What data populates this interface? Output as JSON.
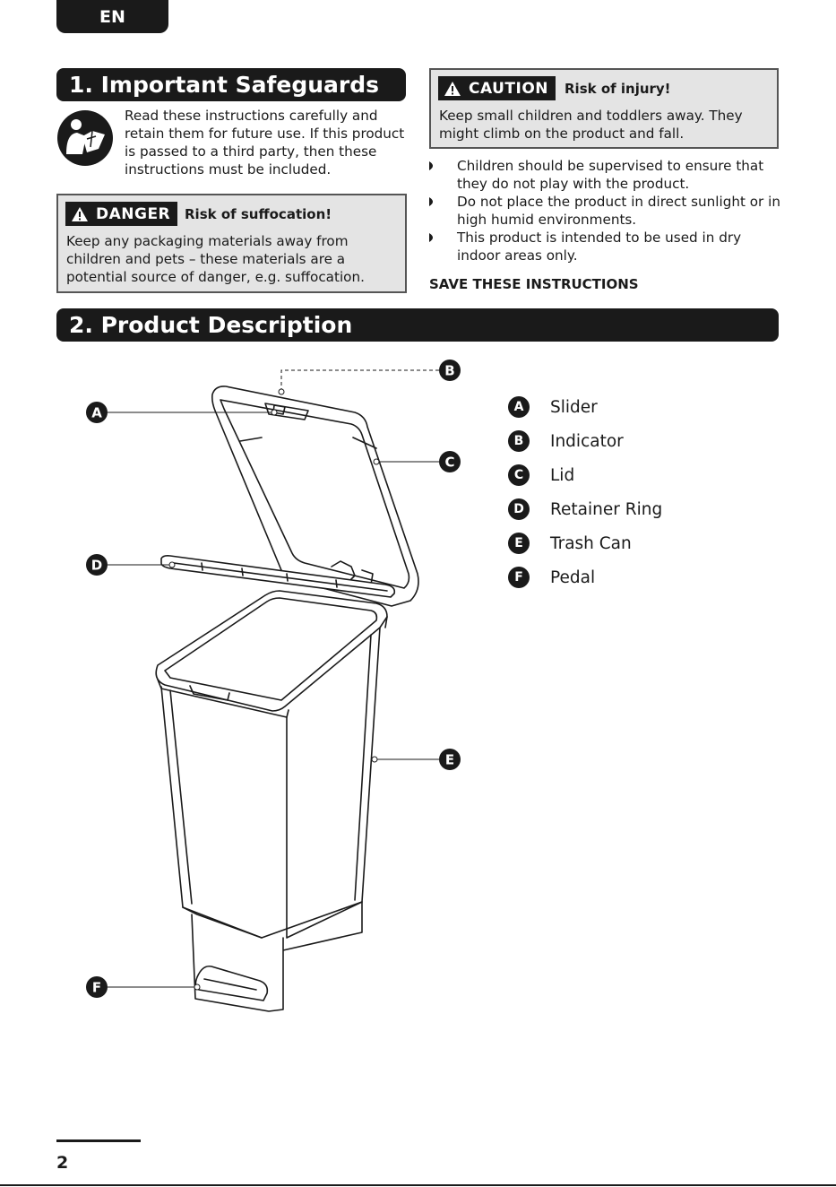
{
  "header": {
    "lang_tab": "EN"
  },
  "section1": {
    "title": "1. Important Safeguards",
    "read_instructions": "Read these instructions carefully and retain them for future use. If this product is passed to a third party, then these instructions must be included.",
    "danger": {
      "badge": "DANGER",
      "title": "Risk of suffocation!",
      "text": "Keep any packaging materials away from children and pets – these materials are a potential source of danger, e.g. suffocation."
    },
    "caution": {
      "badge": "CAUTION",
      "title": "Risk of injury!",
      "text": "Keep small children and toddlers away. They might climb on the product and fall."
    },
    "bullets": [
      "Children should be supervised to ensure that they do not play with the product.",
      "Do not place the product in direct sunlight or in high humid environments.",
      "This product is intended to be used in dry indoor areas only."
    ],
    "save_note": "SAVE THESE INSTRUCTIONS"
  },
  "section2": {
    "title": "2. Product Description",
    "callouts": [
      "A",
      "B",
      "C",
      "D",
      "E",
      "F"
    ],
    "legend": [
      {
        "letter": "A",
        "label": "Slider"
      },
      {
        "letter": "B",
        "label": "Indicator"
      },
      {
        "letter": "C",
        "label": "Lid"
      },
      {
        "letter": "D",
        "label": "Retainer Ring"
      },
      {
        "letter": "E",
        "label": "Trash Can"
      },
      {
        "letter": "F",
        "label": "Pedal"
      }
    ]
  },
  "footer": {
    "page_number": "2"
  }
}
